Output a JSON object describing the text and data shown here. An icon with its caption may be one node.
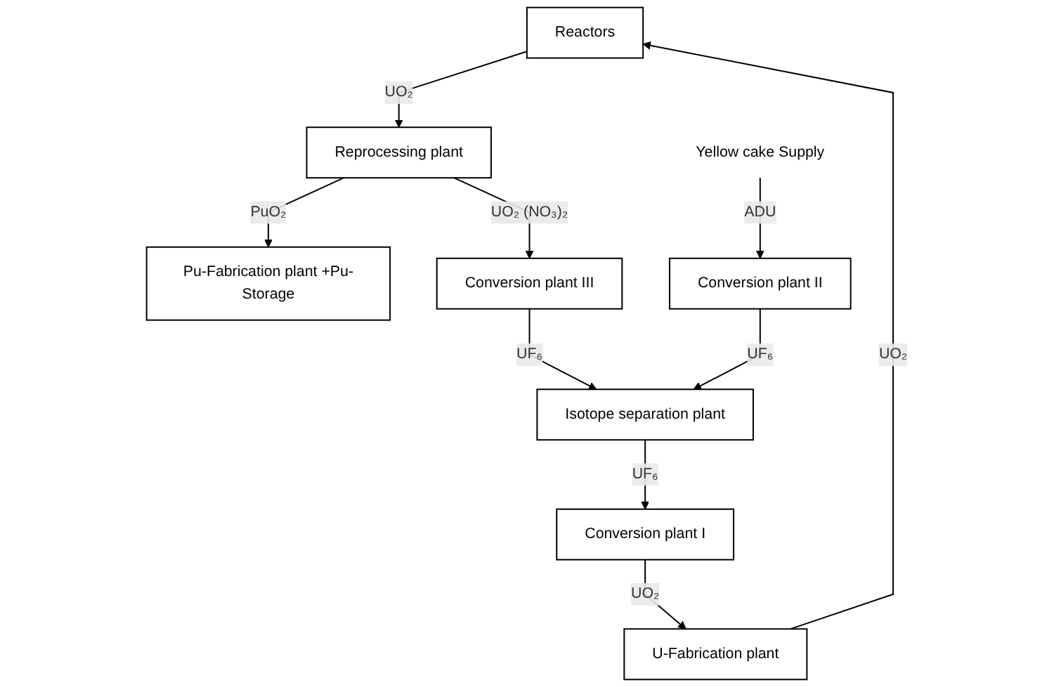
{
  "diagram": {
    "nodes": [
      {
        "text": [
          "Reactors"
        ]
      },
      {
        "text": [
          "U-Fabrication plant"
        ]
      },
      {
        "text": [
          "Reprocessing plant"
        ]
      },
      {
        "text": [
          "Pu-Fabrication plant +Pu-Storage"
        ]
      },
      {
        "text": [
          "Yellow cake Supply"
        ]
      },
      {
        "text": [
          "Conversion plant I"
        ]
      },
      {
        "text": [
          "Conversion plant II"
        ]
      },
      {
        "text": [
          "Conversion plant III"
        ]
      },
      {
        "text": [
          "Isotope separation plant"
        ]
      }
    ],
    "edges": [
      {
        "from": 1,
        "to": 0,
        "arrow": "to",
        "label": "UO₂"
      },
      {
        "from": 0,
        "to": 2,
        "arrow": "to",
        "label": "UO₂"
      },
      {
        "from": 2,
        "to": 3,
        "arrow": "to",
        "label": "PuO₂"
      },
      {
        "from": 4,
        "to": 6,
        "arrow": "to",
        "label": "ADU"
      },
      {
        "from": 2,
        "to": 7,
        "arrow": "to",
        "label": "UO₂ (NO₃)₂"
      },
      {
        "from": 5,
        "to": 1,
        "arrow": "to",
        "label": "UO₂"
      },
      {
        "from": 6,
        "to": 8,
        "arrow": "to",
        "label": "UF₆"
      },
      {
        "from": 7,
        "to": 8,
        "arrow": "to",
        "label": "UF₆"
      },
      {
        "from": 8,
        "to": 5,
        "arrow": "to",
        "label": "UF₆"
      }
    ]
  }
}
